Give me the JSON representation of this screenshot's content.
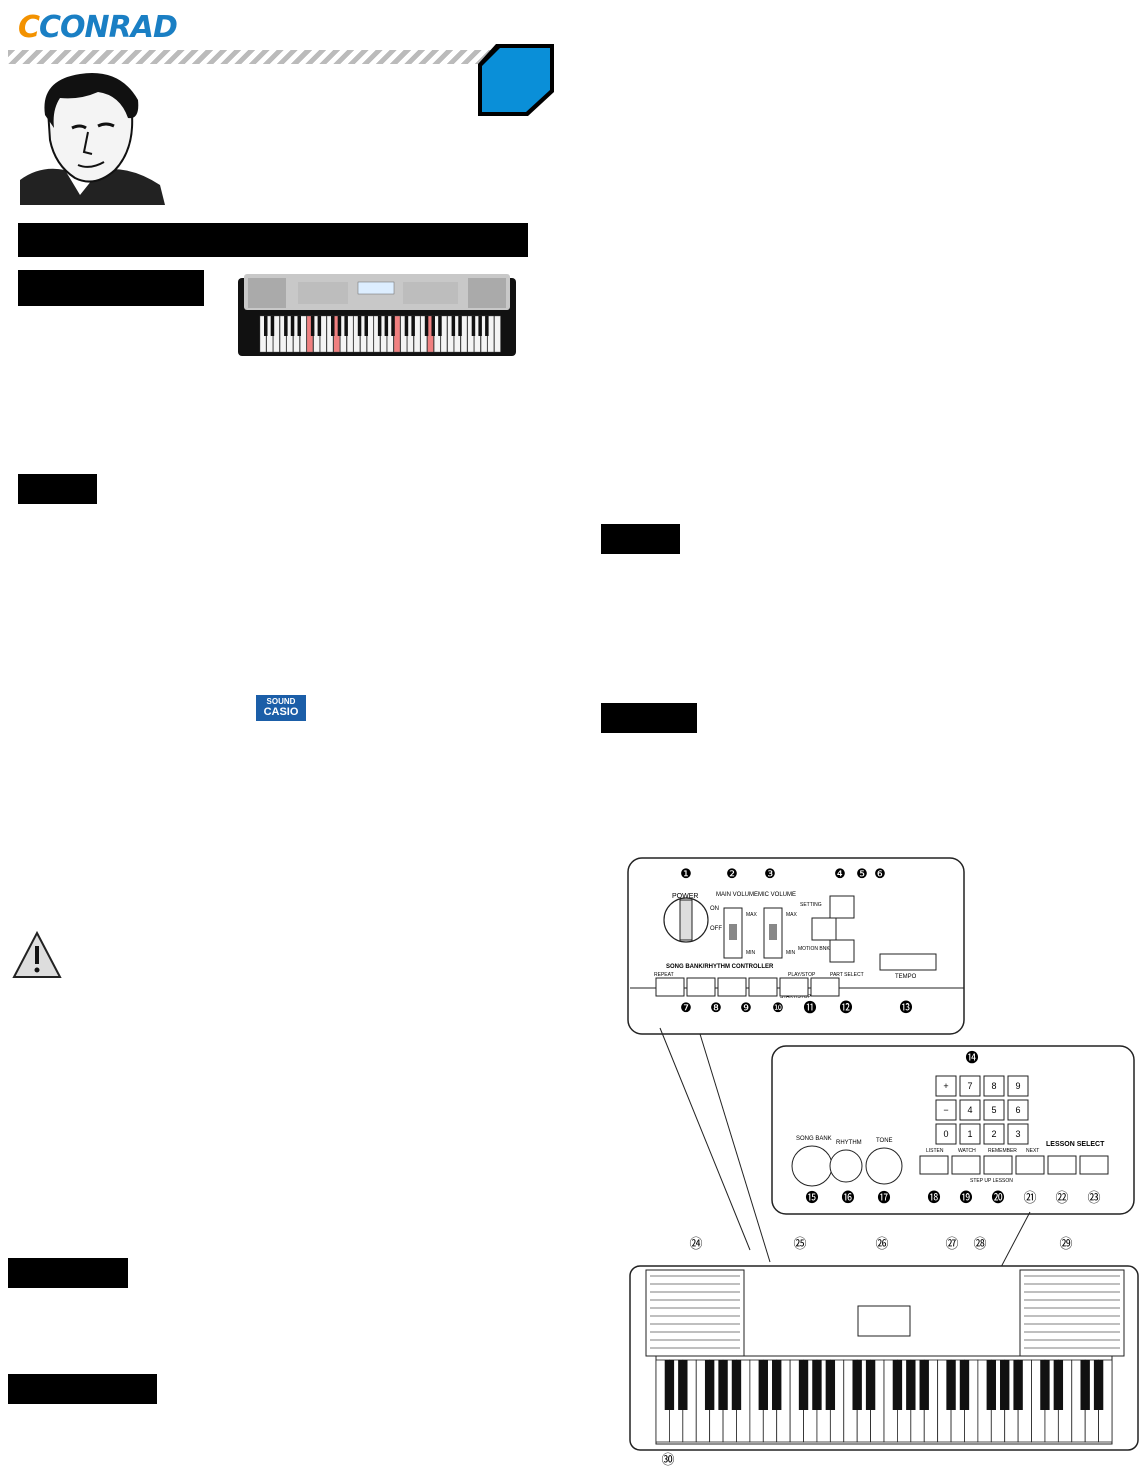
{
  "brand": {
    "logo_text": "CONRAD"
  },
  "sections": {
    "main_heading": "",
    "sub_heading_1": "",
    "heading_a": "",
    "heading_b": "",
    "heading_c": "",
    "heading_d": "",
    "heading_e": ""
  },
  "product_logo": {
    "line1": "SOUND",
    "line2": "CASIO"
  },
  "diagram": {
    "labels": {
      "power": "POWER",
      "on": "ON",
      "off": "OFF",
      "main_volume": "MAIN VOLUME",
      "mic_volume": "MIC VOLUME",
      "max": "MAX",
      "min": "MIN",
      "setting": "SETTING",
      "motion": "MOTION BNK",
      "controller": "SONG BANK/RHYTHM CONTROLLER",
      "repeat": "REPEAT",
      "play_stop": "PLAY/STOP",
      "part_select": "PART SELECT",
      "tempo": "TEMPO",
      "start_stop": "START/STOP",
      "song_bank": "SONG BANK",
      "rhythm": "RHYTHM",
      "tone": "TONE",
      "listen": "LISTEN",
      "watch": "WATCH",
      "remember": "REMEMBER",
      "next": "NEXT",
      "lesson_select": "LESSON SELECT",
      "step_up": "STEP UP LESSON"
    },
    "numbers": [
      "❶",
      "❷",
      "❸",
      "❹",
      "❺",
      "❻",
      "❼",
      "❽",
      "❾",
      "❿",
      "⓫",
      "⓬",
      "⓭",
      "⓮",
      "⓯",
      "⓰",
      "⓱",
      "⓲",
      "⓳",
      "⓴",
      "㉑",
      "㉒",
      "㉓",
      "㉔",
      "㉕",
      "㉖",
      "㉗",
      "㉘",
      "㉙",
      "㉚"
    ],
    "keypad": [
      "+",
      "7",
      "8",
      "9",
      "−",
      "4",
      "5",
      "6",
      "0",
      "1",
      "2",
      "3"
    ]
  }
}
